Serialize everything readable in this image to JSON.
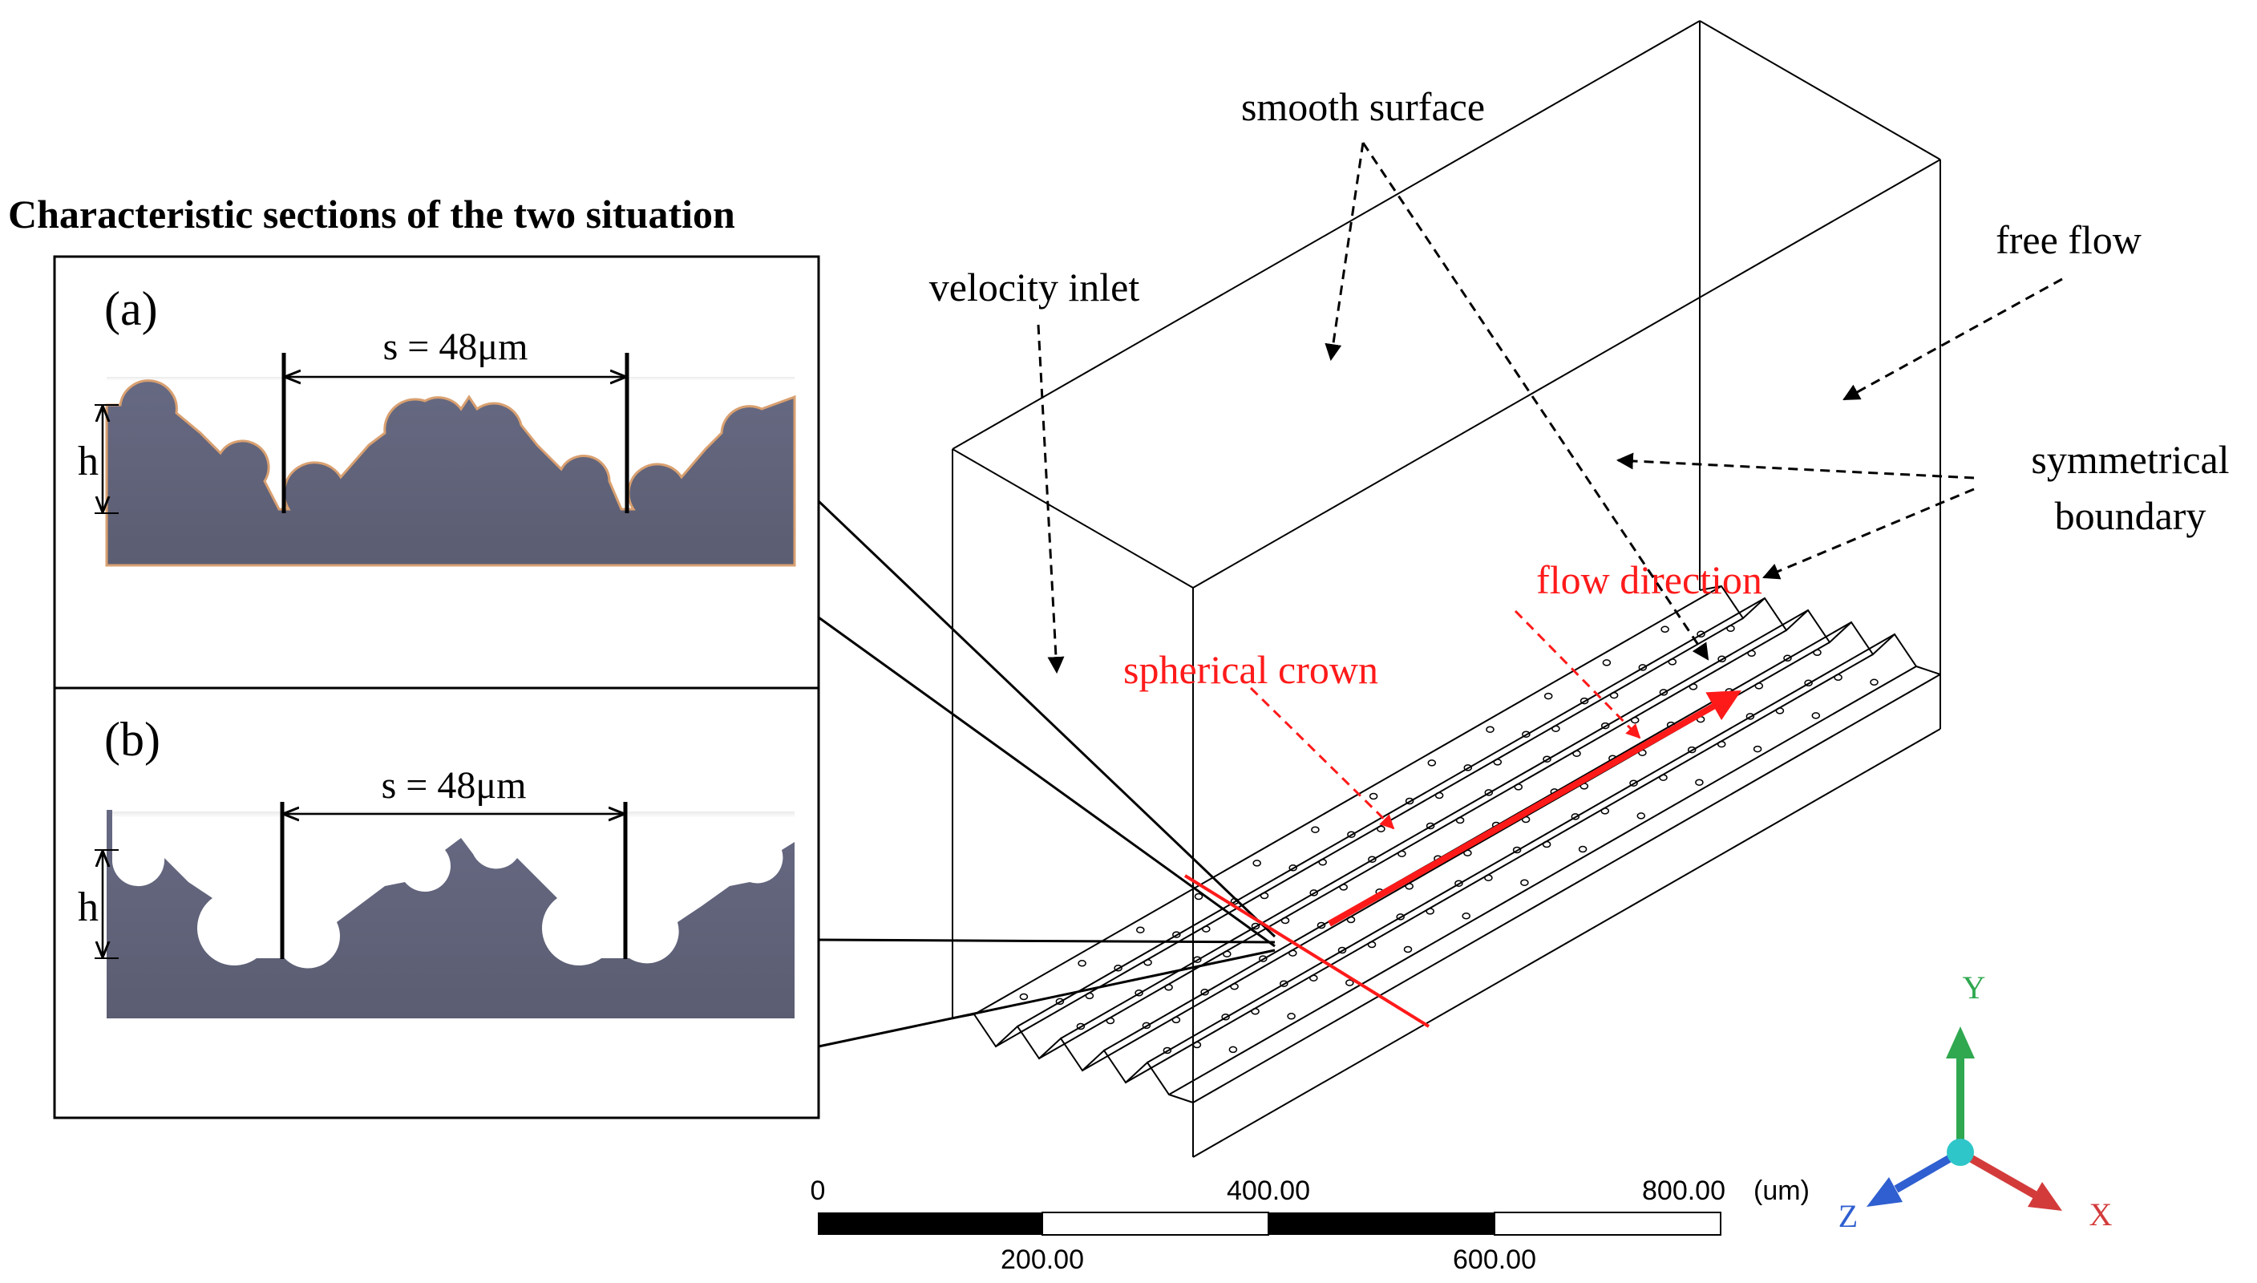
{
  "figure": {
    "heading": "Characteristic sections of the two situation",
    "panel_a": {
      "label": "(a)",
      "spacing": "s = 48μm",
      "height": "h"
    },
    "panel_b": {
      "label": "(b)",
      "spacing": "s = 48μm",
      "height": "h"
    }
  },
  "annotations": {
    "smooth_surface": "smooth surface",
    "velocity_inlet": "velocity inlet",
    "free_flow": "free flow",
    "symmetrical_boundary_line1": "symmetrical",
    "symmetrical_boundary_line2": "boundary",
    "flow_direction": "flow direction",
    "spherical_crown": "spherical crown"
  },
  "scale_bar": {
    "top_labels": [
      "0",
      "400.00",
      "800.00"
    ],
    "unit": "(um)",
    "bottom_labels": [
      "200.00",
      "600.00"
    ]
  },
  "triad": {
    "y_label": "Y",
    "x_label": "X",
    "z_label": "Z",
    "colors": {
      "y": "#2fa84f",
      "x": "#d33b3b",
      "z": "#2f5fd0",
      "origin": "#2fc6c9"
    }
  },
  "colors": {
    "section_fill": "#5f6077",
    "section_outline": "#d9a070",
    "annotation_red": "#ff1a1a",
    "line_black": "#000000"
  }
}
